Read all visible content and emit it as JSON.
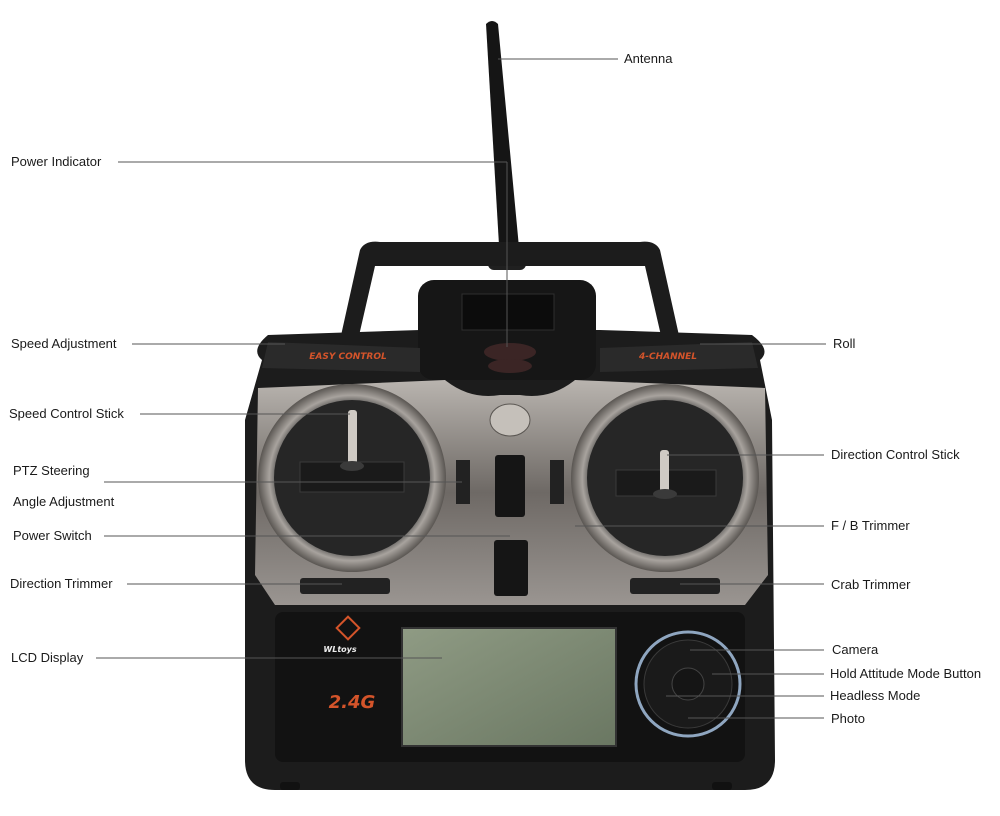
{
  "labels": {
    "antenna": "Antenna",
    "power_indicator": "Power Indicator",
    "speed_adjustment": "Speed Adjustment",
    "roll": "Roll",
    "speed_control_stick": "Speed Control Stick",
    "direction_control_stick": "Direction Control Stick",
    "ptz_steering": "PTZ Steering",
    "angle_adjustment": "Angle Adjustment",
    "power_switch": "Power Switch",
    "fb_trimmer": "F / B Trimmer",
    "direction_trimmer": "Direction Trimmer",
    "crab_trimmer": "Crab Trimmer",
    "lcd_display": "LCD Display",
    "camera": "Camera",
    "hold_attitude": "Hold Attitude Mode Button",
    "headless_mode": "Headless Mode",
    "photo": "Photo"
  },
  "device": {
    "panel_left_text": "EASY CONTROL",
    "panel_right_text": "4-CHANNEL",
    "logo_text": "WLtoys",
    "frequency_badge": "2.4G"
  },
  "colors": {
    "body": "#1c1c1c",
    "chrome": "#8a8683",
    "accent": "#d4542a",
    "lcd": "#7c8a72",
    "leader_line": "#555555"
  }
}
